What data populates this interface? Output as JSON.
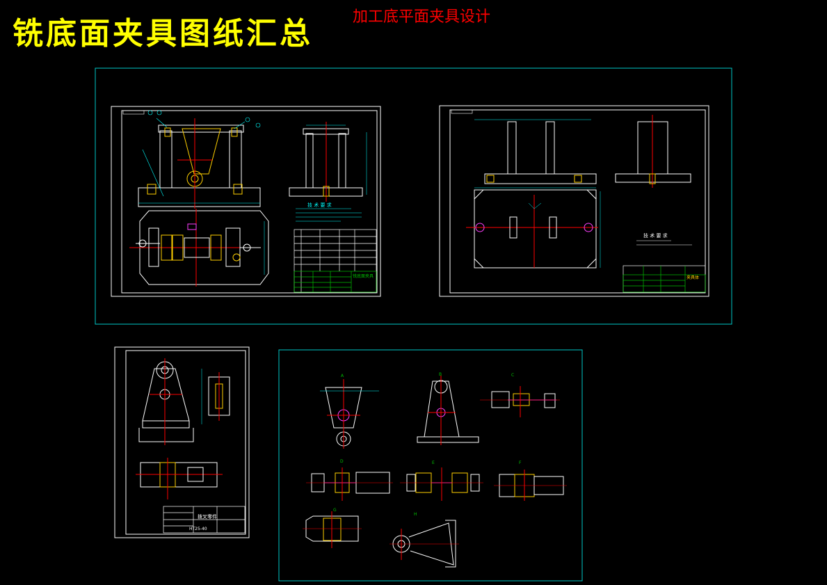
{
  "title": "铣底面夹具图纸汇总",
  "subtitle": "加工底平面夹具设计",
  "colors": {
    "background": "#000000",
    "title": "#ffff00",
    "subtitle": "#ff0000",
    "frame_cyan": "#00c8c8",
    "sheet_white": "#ffffff",
    "centerline_red": "#ff0000",
    "dimension_cyan": "#00ffff",
    "part_yellow": "#ffd000",
    "table_green": "#00c000",
    "hatch_magenta": "#ff40ff"
  },
  "sheets": {
    "assembly_sheet": {
      "tech_req": "技 术 要 求",
      "table_title": "铣底面夹具"
    },
    "base_sheet": {
      "tech_req": "技 术 要 求",
      "table_title": "夹具体"
    },
    "part_sheet": {
      "table_title": "拨叉零件",
      "code": "HT25-40"
    }
  },
  "views": {
    "a": "A",
    "b": "B",
    "c": "C",
    "d": "D",
    "e": "E",
    "f": "F",
    "g": "G",
    "h": "H"
  }
}
